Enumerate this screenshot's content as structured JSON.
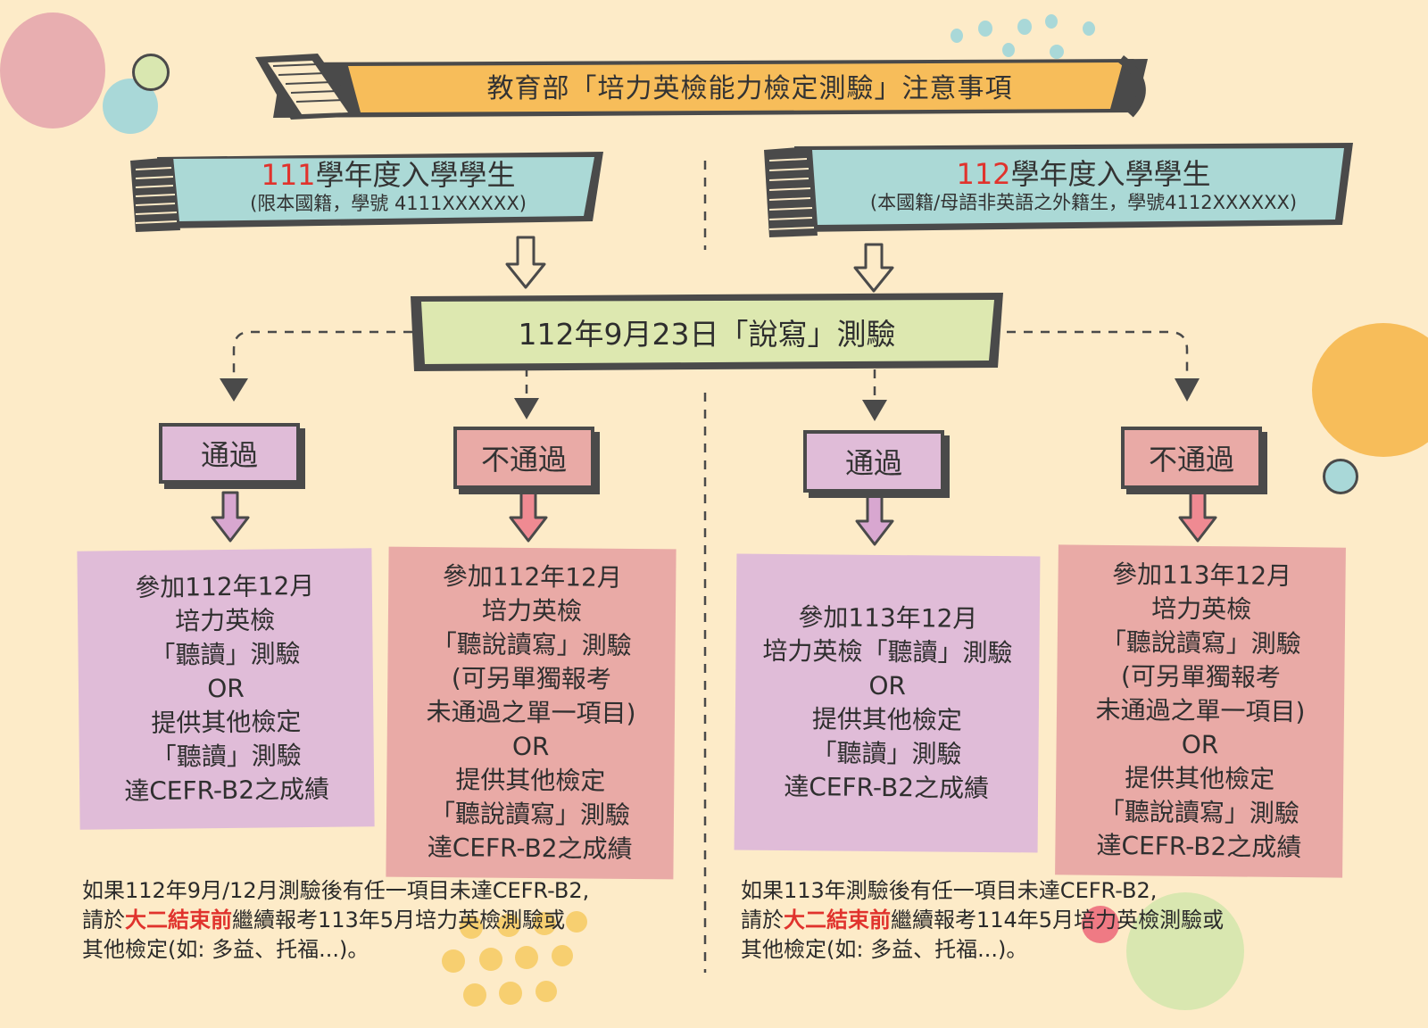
{
  "banner": {
    "title": "教育部「培力英檢能力檢定測驗」注意事項"
  },
  "left_header": {
    "year": "111",
    "title_rest": "學年度入學學生",
    "subtitle": "(限本國籍，學號 4111XXXXXX)"
  },
  "right_header": {
    "year": "112",
    "title_rest": "學年度入學學生",
    "subtitle": "(本國籍/母語非英語之外籍生，學號4112XXXXXX)"
  },
  "exam": {
    "label": "112年9月23日「說寫」測驗"
  },
  "results": {
    "left_pass": "通過",
    "left_fail": "不通過",
    "right_pass": "通過",
    "right_fail": "不通過"
  },
  "cards": {
    "left_pass": [
      "參加112年12月",
      "培力英檢",
      "「聽讀」測驗",
      "OR",
      "提供其他檢定",
      "「聽讀」測驗",
      "達CEFR-B2之成績"
    ],
    "left_fail": [
      "參加112年12月",
      "培力英檢",
      "「聽說讀寫」測驗",
      "(可另單獨報考",
      "未通過之單一項目)",
      "OR",
      "提供其他檢定",
      "「聽說讀寫」測驗",
      "達CEFR-B2之成績"
    ],
    "right_pass": [
      "參加113年12月",
      "培力英檢「聽讀」測驗",
      "OR",
      "提供其他檢定",
      "「聽讀」測驗",
      "達CEFR-B2之成績"
    ],
    "right_fail": [
      "參加113年12月",
      "培力英檢",
      "「聽說讀寫」測驗",
      "(可另單獨報考",
      "未通過之單一項目)",
      "OR",
      "提供其他檢定",
      "「聽說讀寫」測驗",
      "達CEFR-B2之成績"
    ]
  },
  "notes": {
    "left": {
      "line1": "如果112年9月/12月測驗後有任一項目未達CEFR-B2,",
      "line2_pre": "請於",
      "line2_hl": "大二結束前",
      "line2_post": "繼續報考113年5月培力英檢測驗或",
      "line3": "其他檢定(如: 多益、托福...)。"
    },
    "right": {
      "line1": "如果113年測驗後有任一項目未達CEFR-B2,",
      "line2_pre": "請於",
      "line2_hl": "大二結束前",
      "line2_post": "繼續報考114年5月培力英檢測驗或",
      "line3": "其他檢定(如: 多益、托福...)。"
    },
    "highlight_color": "#e0332d"
  },
  "colors": {
    "background": "#fdebc8",
    "banner": "#f7bd5a",
    "header": "#abd9d6",
    "exam": "#dde8b0",
    "pass": "#e0bcd8",
    "fail": "#e9aaa6",
    "outline": "#4a4a4a"
  }
}
